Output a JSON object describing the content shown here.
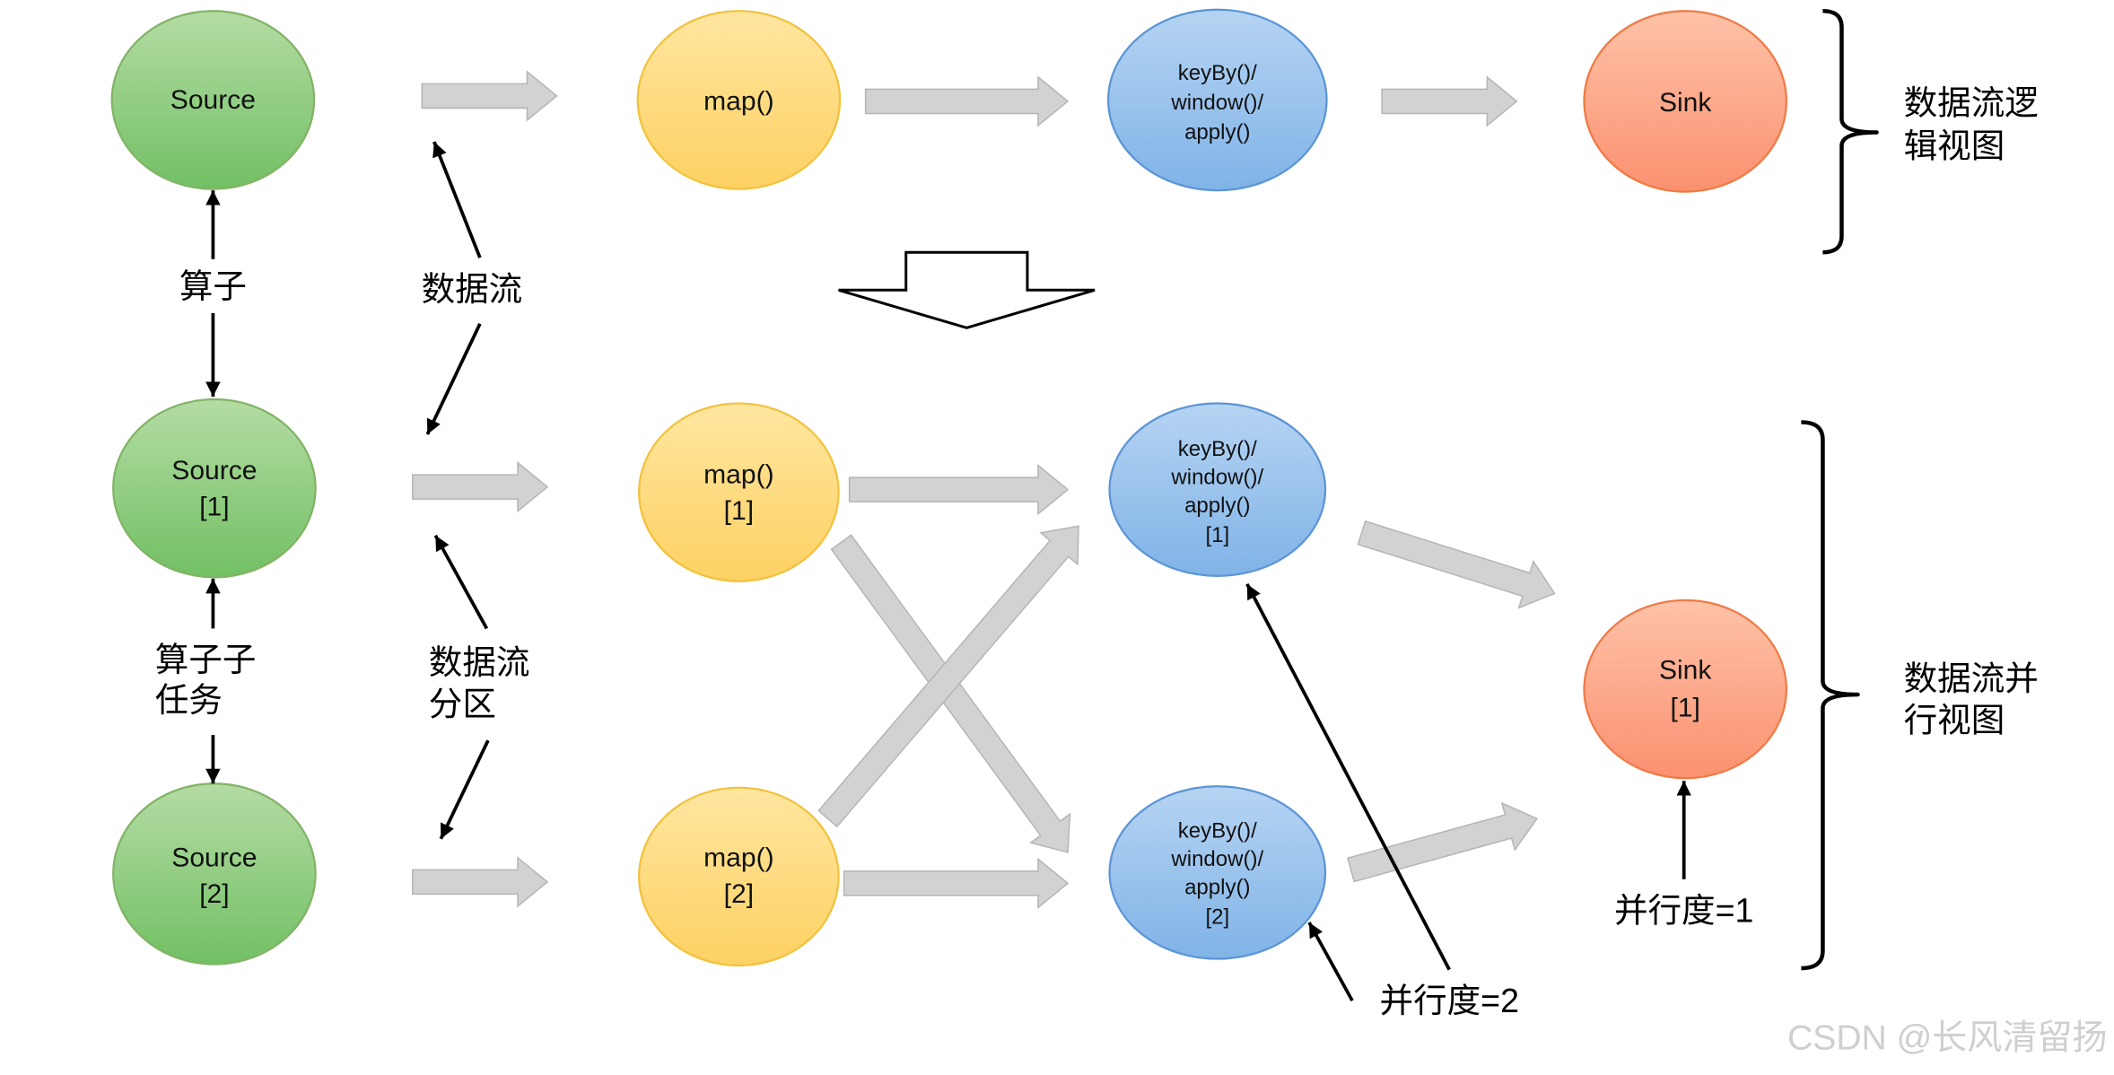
{
  "logical_view": {
    "nodes": {
      "source": {
        "lines": [
          "Source"
        ]
      },
      "map": {
        "lines": [
          "map()"
        ]
      },
      "keyby": {
        "lines": [
          "keyBy()/",
          "window()/",
          "apply()"
        ]
      },
      "sink": {
        "lines": [
          "Sink"
        ]
      }
    },
    "label": [
      "数据流逻",
      "辑视图"
    ]
  },
  "parallel_view": {
    "nodes": {
      "source_1": {
        "lines": [
          "Source",
          "[1]"
        ]
      },
      "source_2": {
        "lines": [
          "Source",
          "[2]"
        ]
      },
      "map_1": {
        "lines": [
          "map()",
          "[1]"
        ]
      },
      "map_2": {
        "lines": [
          "map()",
          "[2]"
        ]
      },
      "keyby_1": {
        "lines": [
          "keyBy()/",
          "window()/",
          "apply()",
          "[1]"
        ]
      },
      "keyby_2": {
        "lines": [
          "keyBy()/",
          "window()/",
          "apply()",
          "[2]"
        ]
      },
      "sink_1": {
        "lines": [
          "Sink",
          "[1]"
        ]
      }
    },
    "label": [
      "数据流并",
      "行视图"
    ]
  },
  "annotations": {
    "operator": "算子",
    "data_stream": "数据流",
    "operator_subtask": [
      "算子子",
      "任务"
    ],
    "stream_partition": [
      "数据流",
      "分区"
    ],
    "parallelism_2": "并行度=2",
    "parallelism_1": "并行度=1"
  },
  "watermark": "CSDN @长风清留扬",
  "colors": {
    "source": {
      "top": "#b4dca4",
      "bottom": "#72c064",
      "stroke": "#82b366"
    },
    "map": {
      "top": "#ffe6a0",
      "bottom": "#fdd163",
      "stroke": "#f2c23e"
    },
    "keyby": {
      "top": "#b6d4f3",
      "bottom": "#80b3e7",
      "stroke": "#5b95d6"
    },
    "sink": {
      "top": "#ffc2a8",
      "bottom": "#fa9170",
      "stroke": "#f07a45"
    },
    "flow_arrow": "#d2d2d2"
  }
}
